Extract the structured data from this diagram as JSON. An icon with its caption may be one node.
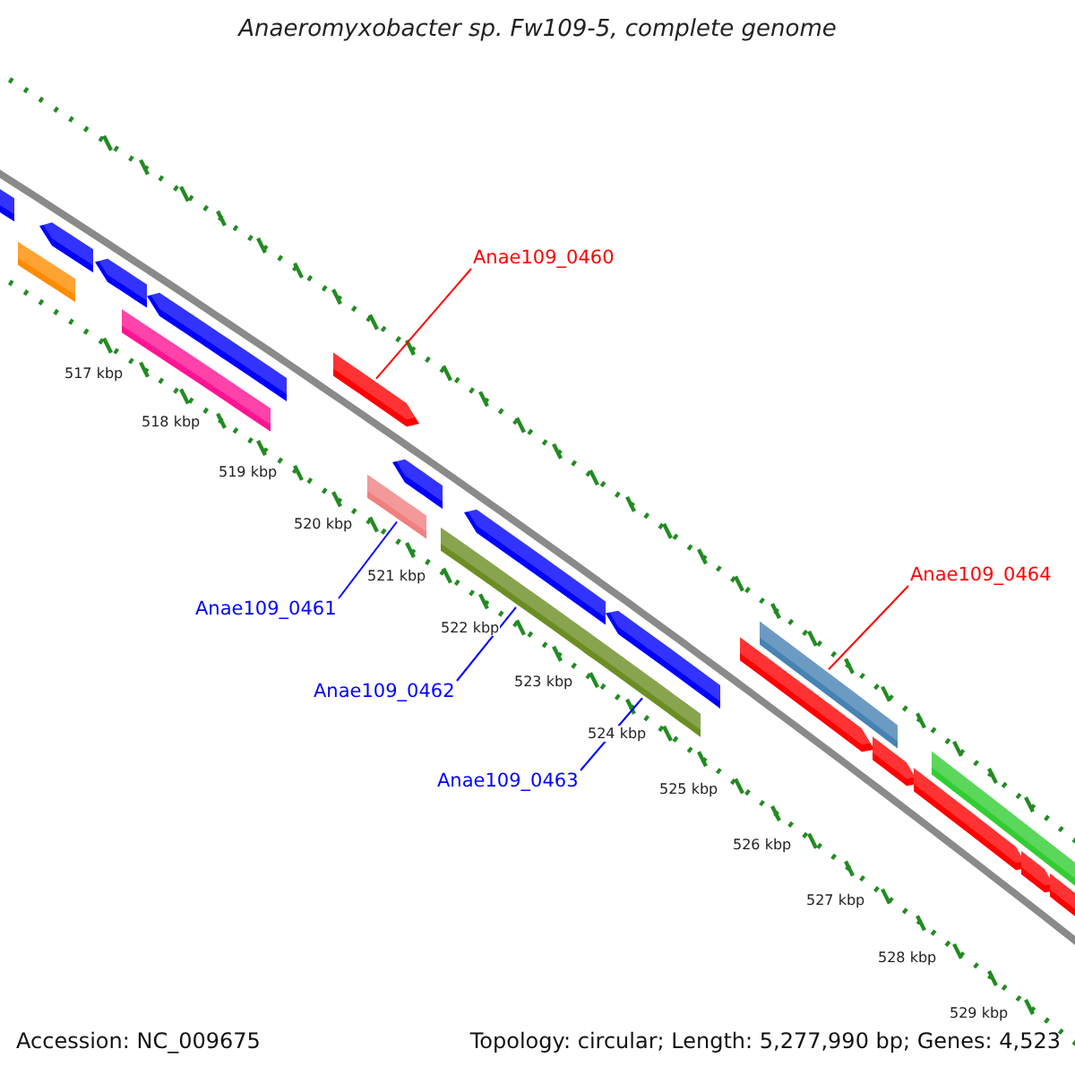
{
  "diagram": {
    "title": "Anaeromyxobacter sp. Fw109-5, complete genome",
    "nodes": [
      {
        "text": [
          "Anae109_0460"
        ]
      },
      {
        "text": [],
        "shape": "bar"
      },
      {
        "text": [
          "Anae109_0461"
        ]
      },
      {
        "text": [],
        "shape": "bar"
      },
      {
        "text": [
          "Anae109_0462"
        ]
      },
      {
        "text": [],
        "shape": "bar"
      },
      {
        "text": [
          "Anae109_0463"
        ]
      },
      {
        "text": [],
        "shape": "bar"
      },
      {
        "text": [
          "Anae109_0464"
        ]
      },
      {
        "text": [],
        "shape": "bar"
      }
    ],
    "edges": [
      {
        "from": 0,
        "to": 1,
        "arrow": "none",
        "color": "#ff0000"
      },
      {
        "from": 2,
        "to": 3,
        "arrow": "none"
      },
      {
        "from": 4,
        "to": 5,
        "arrow": "none"
      },
      {
        "from": 6,
        "to": 7,
        "arrow": "none"
      },
      {
        "from": 8,
        "to": 9,
        "arrow": "none",
        "color": "#ff0000"
      }
    ],
    "labels": [
      "517 kbp",
      "518 kbp",
      "519 kbp",
      "520 kbp",
      "521 kbp",
      "522 kbp",
      "523 kbp",
      "524 kbp",
      "525 kbp",
      "526 kbp",
      "527 kbp",
      "528 kbp",
      "529 kbp",
      "Accession: NC_009675",
      "Topology: circular; Length: 5,277,990 bp; Genes: 4,523"
    ]
  }
}
